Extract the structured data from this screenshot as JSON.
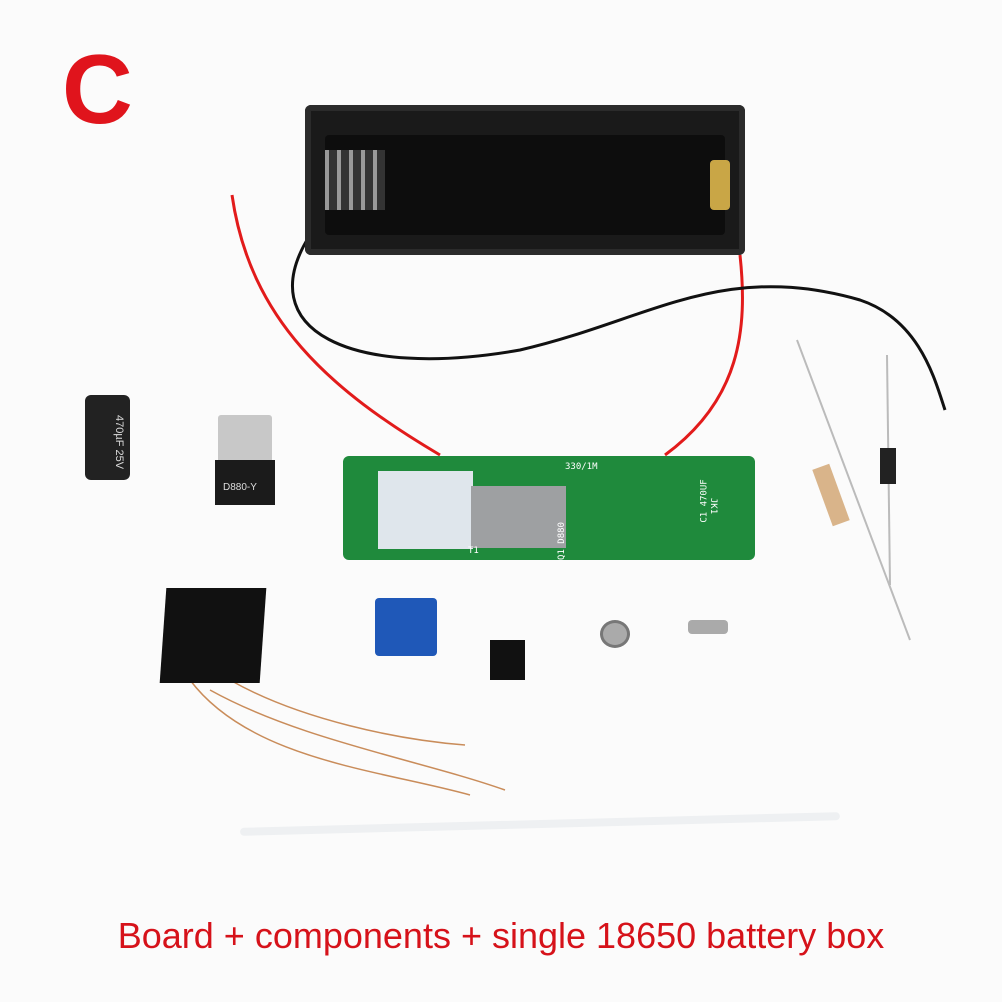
{
  "variant_letter": "C",
  "caption": "Board + components + single 18650 battery box",
  "components": {
    "capacitor_label": "470µF 25V",
    "transistor_label": "D880-Y",
    "pcb": {
      "resistor": "330/1M",
      "capacitor": "C1 470UF",
      "jack": "JK1",
      "transistor": "Q1 D880",
      "transformer": "T1"
    }
  },
  "colors": {
    "accent": "#e0141c",
    "pcb": "#1f8a3c",
    "wire_red": "#e21b1b",
    "wire_black": "#111111"
  }
}
